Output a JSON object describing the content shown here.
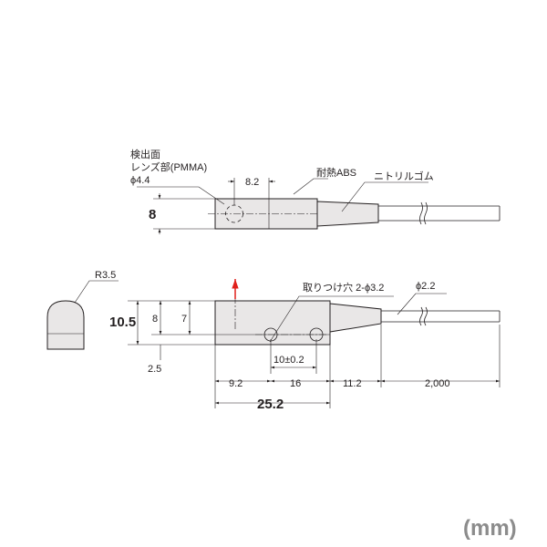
{
  "top_view": {
    "label_detection_face": "検出面",
    "label_lens": "レンズ部(PMMA)",
    "label_lens_dia": "ϕ4.4",
    "dim_8_2": "8.2",
    "label_heat_abs": "耐熱ABS",
    "label_nitrile": "ニトリルゴム",
    "dim_8": "8"
  },
  "side_view": {
    "label_r35": "R3.5",
    "label_holes": "取りつけ穴 2-ϕ3.2",
    "label_cable": "ϕ2.2",
    "dim_10_5": "10.5",
    "dim_8": "8",
    "dim_7": "7",
    "dim_2_5": "2.5",
    "dim_10_pm": "10±0.2",
    "dim_9_2": "9.2",
    "dim_16": "16",
    "dim_11_2": "11.2",
    "dim_2000": "2,000",
    "dim_25_2": "25.2"
  },
  "unit_label": "(mm)",
  "colors": {
    "body_fill": "#e9e7e7",
    "line": "#231f20",
    "arrow": "#e0201b",
    "unit": "#8c8c8c"
  }
}
